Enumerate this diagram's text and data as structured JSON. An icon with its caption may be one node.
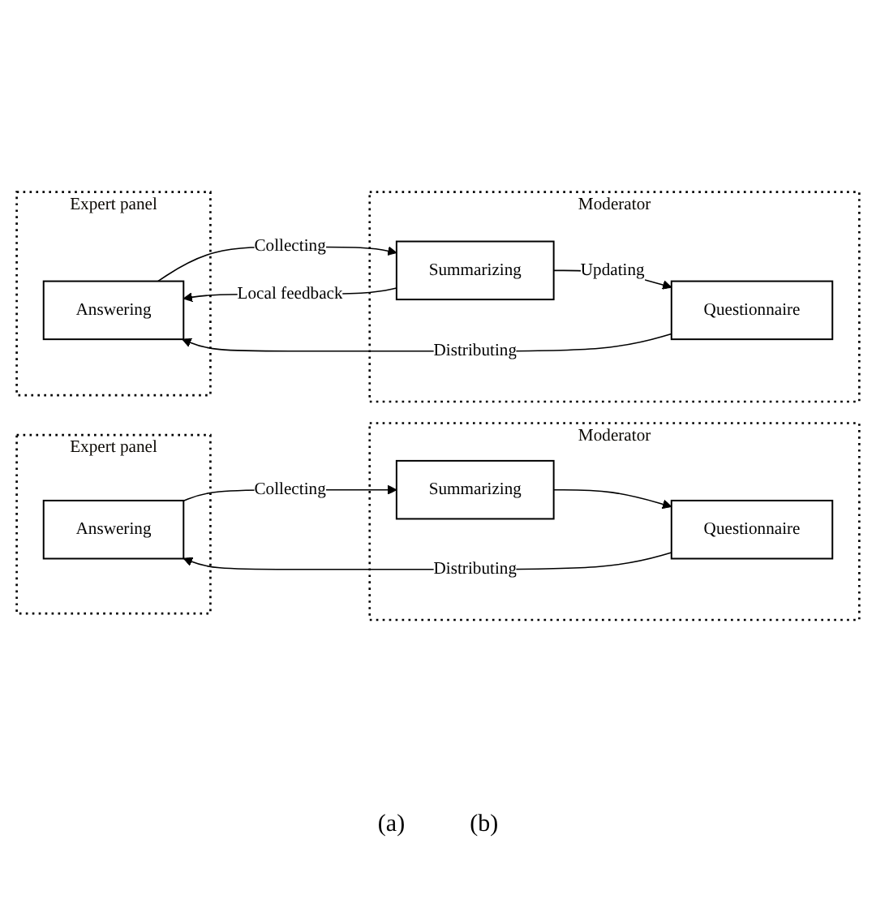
{
  "diagram": {
    "nodes": [
      {
        "text": [
          "Expert panel"
        ]
      },
      {
        "text": [
          "Answering"
        ],
        "in": 0
      },
      {
        "text": [
          "Moderator"
        ]
      },
      {
        "text": [
          "Questionnaire"
        ],
        "in": 2
      },
      {
        "text": [
          "Summarizing"
        ],
        "in": 2
      },
      {
        "text": [
          "Expert panel"
        ]
      },
      {
        "text": [
          "Answering"
        ],
        "in": 5
      },
      {
        "text": [
          "Moderator"
        ]
      },
      {
        "text": [
          "Questionnaire"
        ],
        "in": 7
      },
      {
        "text": [
          "Summarizing"
        ],
        "in": 7
      }
    ],
    "edges": [
      {
        "from": 3,
        "to": 1,
        "arrow": "to",
        "label": "Distributing"
      },
      {
        "from": 1,
        "to": 4,
        "arrow": "to",
        "label": "Collecting"
      },
      {
        "from": 4,
        "to": 3,
        "arrow": "to"
      },
      {
        "from": 8,
        "to": 6,
        "arrow": "to",
        "label": "Distributing"
      },
      {
        "from": 6,
        "to": 9,
        "arrow": "to",
        "label": "Collecting"
      },
      {
        "from": 9,
        "to": 8,
        "arrow": "to",
        "label": "Updating"
      },
      {
        "from": 9,
        "to": 6,
        "arrow": "to",
        "label": "Local feedback"
      }
    ],
    "labels": [
      "(a)",
      "(b)"
    ]
  }
}
